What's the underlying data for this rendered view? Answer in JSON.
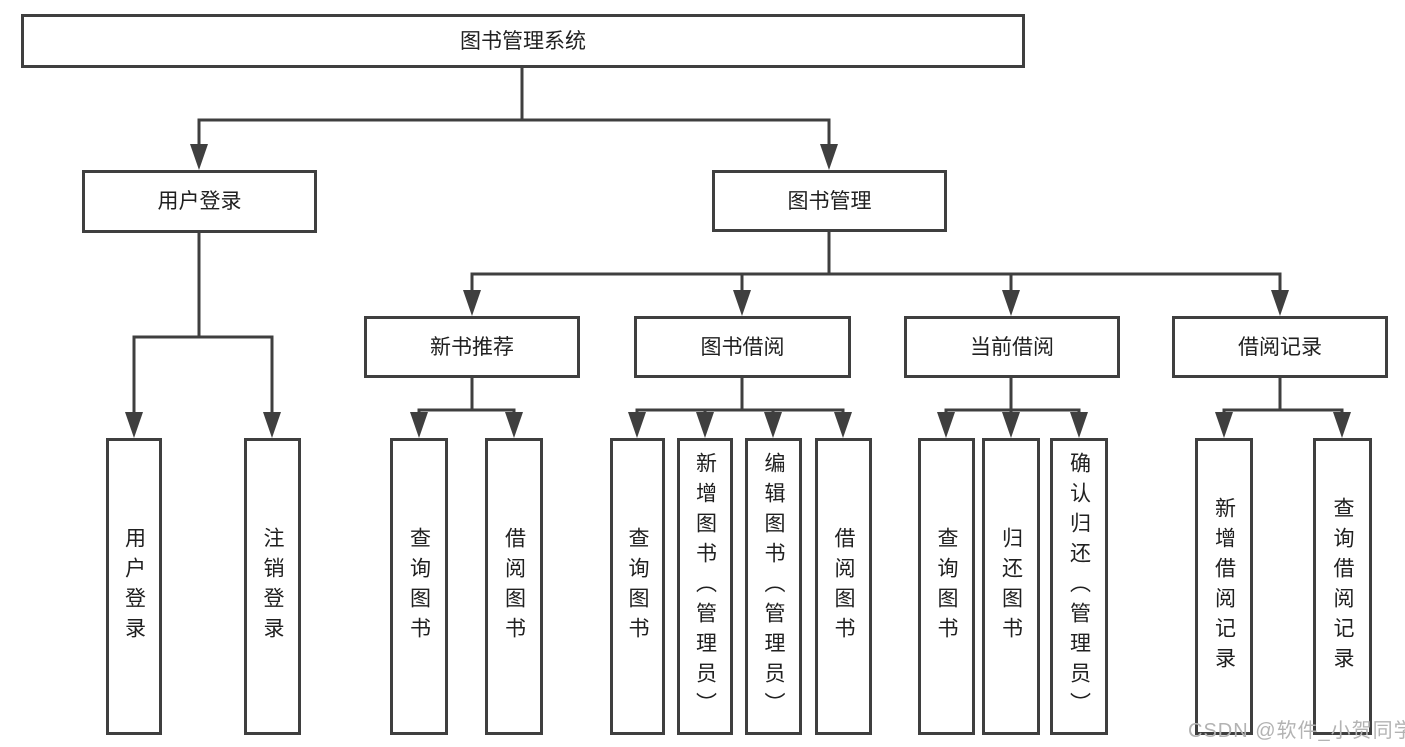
{
  "tree": {
    "label": "图书管理系统",
    "children": [
      {
        "label": "用户登录",
        "children": [
          {
            "label": "用户登录"
          },
          {
            "label": "注销登录"
          }
        ]
      },
      {
        "label": "图书管理",
        "children": [
          {
            "label": "新书推荐",
            "children": [
              {
                "label": "查询图书"
              },
              {
                "label": "借阅图书"
              }
            ]
          },
          {
            "label": "图书借阅",
            "children": [
              {
                "label": "查询图书"
              },
              {
                "label": "新增图书（管理员）"
              },
              {
                "label": "编辑图书（管理员）"
              },
              {
                "label": "借阅图书"
              }
            ]
          },
          {
            "label": "当前借阅",
            "children": [
              {
                "label": "查询图书"
              },
              {
                "label": "归还图书"
              },
              {
                "label": "确认归还（管理员）"
              }
            ]
          },
          {
            "label": "借阅记录",
            "children": [
              {
                "label": "新增借阅记录"
              },
              {
                "label": "查询借阅记录"
              }
            ]
          }
        ]
      }
    ]
  },
  "watermark": {
    "text": "CSDN @软件_小贺同学"
  },
  "colors": {
    "line": "#3f3f3f",
    "box_border": "#3f3f3f",
    "box_fill": "#ffffff",
    "text": "#202020",
    "watermark": "#b3b3b3",
    "background": "#ffffff"
  }
}
